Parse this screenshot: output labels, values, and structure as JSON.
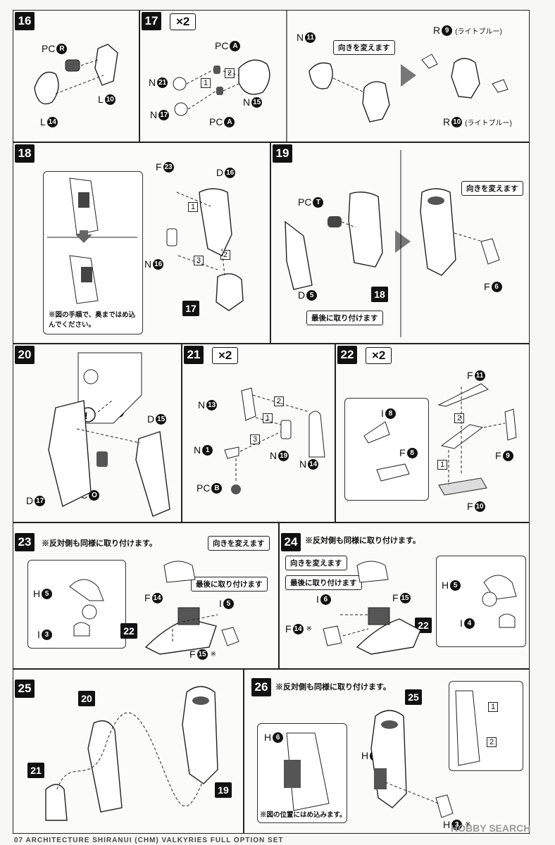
{
  "steps": {
    "s16": {
      "num": "16",
      "labels": {
        "pc": "PC",
        "pcLetter": "R",
        "l1": "L",
        "l1n": "10",
        "l2": "L",
        "l2n": "14"
      }
    },
    "s17": {
      "num": "17",
      "mult": "×2",
      "labels": {
        "pcA1": "PC",
        "pcA1L": "A",
        "n21": "N",
        "n21n": "21",
        "n17": "N",
        "n17n": "17",
        "pcA2": "PC",
        "pcA2L": "A",
        "n15": "N",
        "n15n": "15",
        "n11": "N",
        "n11n": "11",
        "r9": "R",
        "r9n": "9",
        "r9note": "(ライトブルー)",
        "r10": "R",
        "r10n": "10",
        "r10note": "(ライトブルー)"
      },
      "callout": "向きを変えます",
      "seq": [
        "1",
        "2"
      ]
    },
    "s18": {
      "num": "18",
      "note": "※図の手順で、奥まではめ込んでください。",
      "labels": {
        "f23": "F",
        "f23n": "23",
        "d16": "D",
        "d16n": "16",
        "n16": "N",
        "n16n": "16",
        "ref": "17"
      },
      "seq": [
        "1",
        "2",
        "3"
      ]
    },
    "s19": {
      "num": "19",
      "callout1": "向きを変えます",
      "callout2": "最後に取り付けます",
      "labels": {
        "pcT": "PC",
        "pcTL": "T",
        "d5": "D",
        "d5n": "5",
        "ref": "18",
        "f6": "F",
        "f6n": "6"
      }
    },
    "s20": {
      "num": "20",
      "labels": {
        "n24": "N",
        "n24n": "24",
        "d15": "D",
        "d15n": "15",
        "d17": "D",
        "d17n": "17",
        "pcO": "PC",
        "pcOL": "O"
      }
    },
    "s21": {
      "num": "21",
      "mult": "×2",
      "labels": {
        "n13": "N",
        "n13n": "13",
        "n1": "N",
        "n1n": "1",
        "n19": "N",
        "n19n": "19",
        "n14": "N",
        "n14n": "14",
        "pcB": "PC",
        "pcBL": "B"
      },
      "seq": [
        "1",
        "2",
        "3"
      ]
    },
    "s22": {
      "num": "22",
      "mult": "×2",
      "labels": {
        "f11": "F",
        "f11n": "11",
        "i8": "I",
        "i8n": "8",
        "f8": "F",
        "f8n": "8",
        "f9": "F",
        "f9n": "9",
        "f10": "F",
        "f10n": "10"
      },
      "seq": [
        "1",
        "2"
      ]
    },
    "s23": {
      "num": "23",
      "note": "※反対側も同様に取り付けます。",
      "callout1": "向きを変えます",
      "callout2": "最後に取り付けます",
      "labels": {
        "h5": "H",
        "h5n": "5",
        "i3": "I",
        "i3n": "3",
        "f14": "F",
        "f14n": "14",
        "i5": "I",
        "i5n": "5",
        "ref": "22",
        "f15": "F",
        "f15n": "15",
        "mark": "※"
      }
    },
    "s24": {
      "num": "24",
      "note": "※反対側も同様に取り付けます。",
      "callout1": "向きを変えます",
      "callout2": "最後に取り付けます",
      "labels": {
        "i6": "I",
        "i6n": "6",
        "f15": "F",
        "f15n": "15",
        "f14": "F",
        "f14n": "14",
        "mark": "※",
        "ref": "22",
        "h5": "H",
        "h5n": "5",
        "i4": "I",
        "i4n": "4"
      }
    },
    "s25": {
      "num": "25",
      "refs": [
        "20",
        "21",
        "19"
      ]
    },
    "s26": {
      "num": "26",
      "note": "※反対側も同様に取り付けます。",
      "insetNote": "※図の位置にはめ込みます。",
      "labels": {
        "ref": "25",
        "h6a": "H",
        "h6an": "6",
        "h6b": "H",
        "h6bn": "6",
        "h3": "H",
        "h3n": "3",
        "mark": "※"
      },
      "seq": [
        "1",
        "2"
      ]
    }
  },
  "footer": "07  ARCHITECTURE  SHIRANUI  (CHM)  VALKYRIES  FULL  OPTION  SET",
  "watermark": "HOBBY SEARCH"
}
